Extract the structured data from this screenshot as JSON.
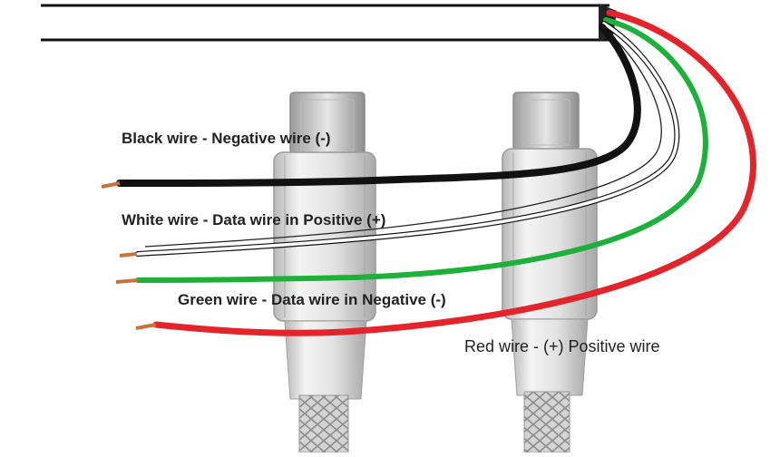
{
  "labels": {
    "black": "Black wire - Negative wire (-)",
    "white": "White wire - Data wire in Positive (+)",
    "green": "Green wire - Data wire in Negative (-)",
    "red": "Red wire - (+) Positive wire"
  },
  "colors": {
    "black_wire": "#111111",
    "white_wire": "#ffffff",
    "green_wire": "#1db03a",
    "red_wire": "#e3242b",
    "copper": "#c8733a",
    "connector_body": "#dadada",
    "connector_edge": "#9a9a9a",
    "label_text": "#222222"
  }
}
